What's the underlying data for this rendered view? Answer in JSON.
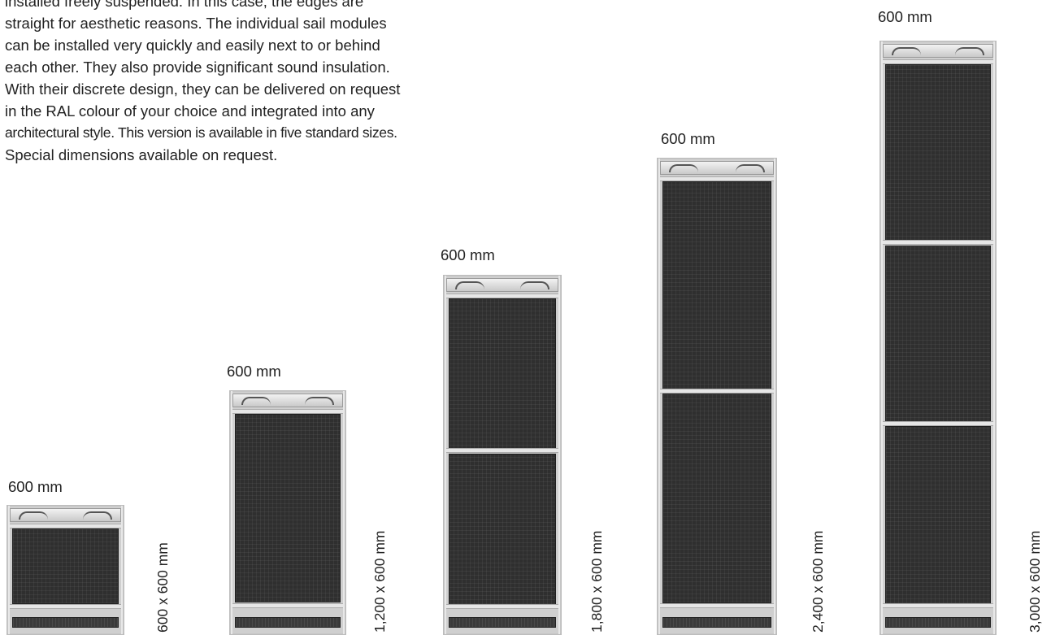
{
  "description": {
    "lines": [
      "installed freely suspended. In this case, the edges are",
      "straight for aesthetic reasons. The individual sail modules",
      "can be installed very quickly and easily next to or behind",
      "each other. They also provide significant sound insulation.",
      "With their discrete design, they can be delivered on request",
      "in the RAL colour of your choice and integrated into any",
      "architectural style. This version is available in five standard sizes.",
      "Special dimensions available on request."
    ]
  },
  "panels": [
    {
      "width_label": "600 mm",
      "size_label": "600 x 600 mm"
    },
    {
      "width_label": "600 mm",
      "size_label": "1,200 x 600 mm"
    },
    {
      "width_label": "600 mm",
      "size_label": "1,800 x 600 mm"
    },
    {
      "width_label": "600 mm",
      "size_label": "2,400 x 600 mm"
    },
    {
      "width_label": "600 mm",
      "size_label": "3,000 x 600 mm"
    }
  ]
}
